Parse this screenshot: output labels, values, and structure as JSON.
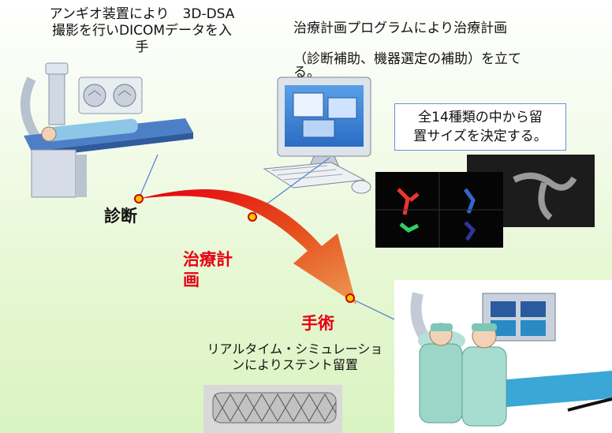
{
  "labels": {
    "angio_line1": "アンギオ装置により　3D-DSA",
    "angio_line2": "撮影を行いDICOMデータを入",
    "angio_line3": "手",
    "planning_line1": "治療計画プログラムにより治療計画",
    "planning_line2": "（診断補助、機器選定の補助）を立て",
    "planning_line3": "る。",
    "note_line1": "全14種類の中から留",
    "note_line2": "置サイズを決定する。",
    "stage_diagnosis": "診断",
    "stage_plan_line1": "治療計",
    "stage_plan_line2": "画",
    "stage_surgery": "手術",
    "surgery_line1": "リアルタイム・シミュレーショ",
    "surgery_line2": "ンによりステント留置"
  },
  "colors": {
    "accent_red": "#e60012",
    "arrow_start": "#e60012",
    "arrow_end": "#e8883a",
    "box_border": "#6b8fd6"
  },
  "icons": {
    "angio": "angio-scanner-icon",
    "computer": "computer-workstation-icon",
    "surgery": "surgery-room-icon",
    "stent": "stent-icon"
  }
}
